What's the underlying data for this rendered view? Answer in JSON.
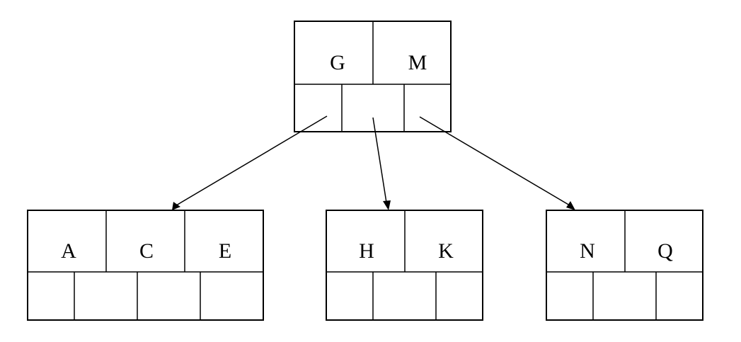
{
  "tree": {
    "root": {
      "keys": [
        "G",
        "M"
      ],
      "pointer_count": 3
    },
    "children": [
      {
        "keys": [
          "A",
          "C",
          "E"
        ],
        "pointer_count": 4
      },
      {
        "keys": [
          "H",
          "K"
        ],
        "pointer_count": 3
      },
      {
        "keys": [
          "N",
          "Q"
        ],
        "pointer_count": 3
      }
    ]
  },
  "colors": {
    "line": "#000000",
    "background": "#ffffff"
  }
}
